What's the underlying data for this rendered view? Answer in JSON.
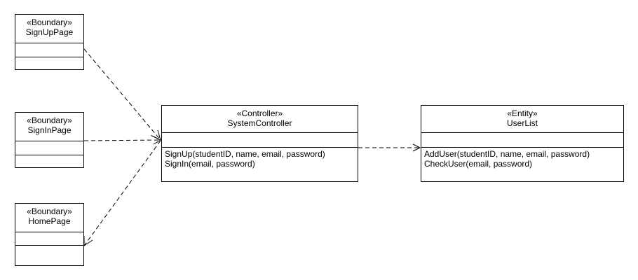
{
  "diagram": {
    "classes": [
      {
        "id": "signup",
        "stereotype": "«Boundary»",
        "name": "SignUpPage",
        "operations": []
      },
      {
        "id": "signin",
        "stereotype": "«Boundary»",
        "name": "SignInPage",
        "operations": []
      },
      {
        "id": "home",
        "stereotype": "«Boundary»",
        "name": "HomePage",
        "operations": []
      },
      {
        "id": "controller",
        "stereotype": "«Controller»",
        "name": "SystemController",
        "operations": [
          "SignUp(studentID, name, email, password)",
          "SignIn(email, password)"
        ]
      },
      {
        "id": "userlist",
        "stereotype": "«Entity»",
        "name": "UserList",
        "operations": [
          "AddUser(studentID, name, email, password)",
          "CheckUser(email, password)"
        ]
      }
    ],
    "links": [
      {
        "from": "SignUpPage",
        "to": "SystemController",
        "style": "dashed-dependency"
      },
      {
        "from": "SignInPage",
        "to": "SystemController",
        "style": "dashed-dependency"
      },
      {
        "from": "SystemController",
        "to": "HomePage",
        "style": "dashed-dependency"
      },
      {
        "from": "SystemController",
        "to": "UserList",
        "style": "dashed-dependency"
      }
    ],
    "colors": {
      "line": "#000000",
      "background": "#ffffff"
    }
  }
}
